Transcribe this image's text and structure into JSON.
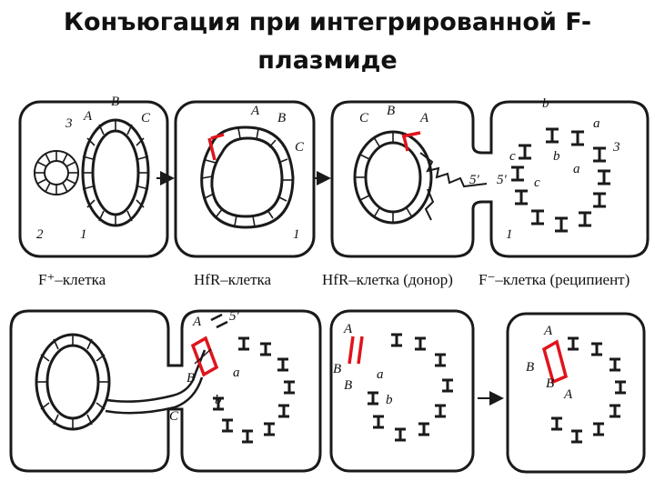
{
  "title": {
    "line1": "Конъюгация при интегрированной F-",
    "line2": "плазмиде"
  },
  "captions": {
    "f_plus": "F⁺–клетка",
    "hfr": "HfR–клетка",
    "hfr_donor": "HfR–клетка (донор)",
    "f_minus": "F⁻–клетка (реципиент)"
  },
  "labels": {
    "A": "A",
    "B": "B",
    "C": "C",
    "a": "a",
    "b": "b",
    "c": "c",
    "n1": "1",
    "n2": "2",
    "n3": "3",
    "five_prime": "5'"
  },
  "colors": {
    "ink": "#1a1a1a",
    "marker": "#e0141c",
    "background": "#ffffff"
  },
  "icons": {
    "arrow1": "right-arrow-icon",
    "arrow2": "right-arrow-icon",
    "arrow3": "right-arrow-icon"
  }
}
